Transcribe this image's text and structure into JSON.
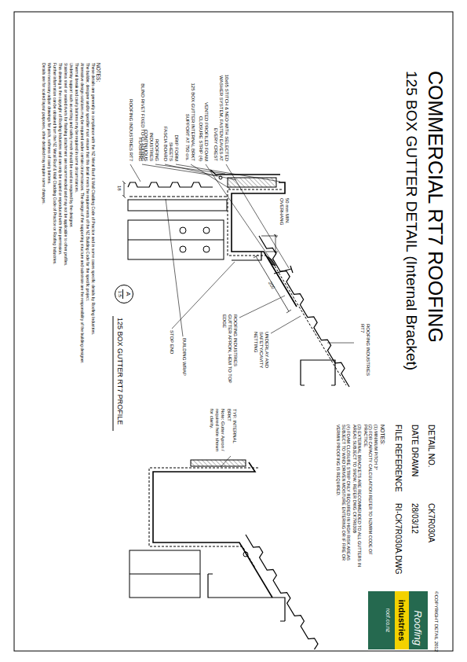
{
  "diagram": {
    "title": "COMMERCIAL RT7 ROOFING",
    "nodes": [
      {
        "text": [
          "A",
          "1:5"
        ]
      },
      {
        "text": [
          "Roofing",
          "industries",
          "roof.co.nz"
        ]
      }
    ],
    "labels": [
      "125 BOX GUTTER DETAIL (Internal Bracket)",
      "10x65 STITCH & NEO WITH SELECTED WASHER SYSTEM, FASTEN EAVES AT EVERY CREST",
      "VENTED PROFILED FOAM CLOSURE STRIP (4)",
      "125 BOX GUTTER INTERNAL BRKT SUPPORT AT 750 crs.",
      "DRIP FORM SHEETS",
      "50 mm MIN. OVERHANG",
      "FASCIA BOARD",
      "ROOFING INDUSTRIES CONTINUOUS FLASHING",
      "BLIND RIVET FIXED TO CLADDING",
      "18",
      "ROOFING INDUSTRIES RT7",
      "200",
      "ROOFING INDUSTRIES RT7",
      "UNDERLAY AND SAFETY/CAVITY NETTING",
      "ROOFING INDUSTRIES GUTTER APRON, HEM TO TOP EDGE",
      "BUILDING WRAP",
      "STOP END",
      "125 BOX GUTTER RT7 PROFILE",
      "DETAIL NO.",
      "CK7R030A",
      "DATE DRAWN",
      "28/03/12",
      "FILE REFERENCE",
      "RI-CK7R030A.DWG",
      "NOTES:",
      "(1) MINIMUM PITCH 3°",
      "(2) FOR CAPACITY CALCULATION REFER TO NZMRM CODE OF PRACTICE.",
      "(3) EXTERNAL BRACKETS ARE RECOMMENDED TO ALL GUTTERS IN AREAS SUBJECT TO SNOW. REFER DWG CK7R030B",
      "(4) FOAM CLOSURE STRIP ONLY REQUIRED IN HIGH RISK AREAS SUBJECT TO WIND DRIVEN MOISTURE ENTERING OR IF FIRE OR VERMIN PROOFING IS REQUIRED.",
      "TYP. INTERNAL BRKT",
      "Note: Gutter Apron / required hole shown for clarity.",
      "©COPYRIGHT DETAIL 2012",
      "NOTES:",
      "These details are generally in compliance with the NZ Metal Roof & Wall Cladding Code of Practice and in some cases specific details by Roofing Industries.",
      "The builder, designer and/or specifier must ensure that this detail meets the requirements of the NZ Building Code for the specific project.",
      "Alternative design solutions may be required under certain circumstances. The design of the supporting structure and substrate are the responsibility of the building designer.",
      "Thermal break and cavity battens may be required in some circumstances.",
      "Underlay support such as netting and safety mesh should be used as required by the designer.",
      "Stainless steel or sealed rivets for flashing attachment are recommended and may not be applicable to other profiles.",
      "This drawing is the copyright of Roofing Industries and can only be copied or reproduced with their permission.",
      "Further information can be obtained from the NZ Metal Roof & Wall Cladding Code of Practice or Roofing Industries.",
      "Where necessary adjust drawings for pitch, softness of cavity battens.",
      "Details are for scaled layout purposes, other detailed may require some changes."
    ]
  }
}
